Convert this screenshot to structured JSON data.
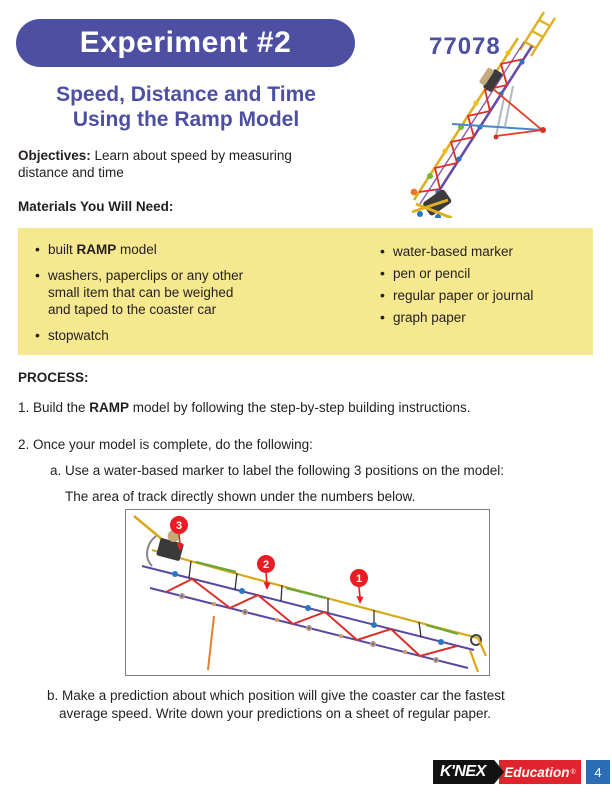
{
  "page": {
    "badge": "Experiment #2",
    "product_number": "77078",
    "subtitle": [
      "Speed, Distance and Time",
      "Using the Ramp Model"
    ]
  },
  "objectives": {
    "label": "Objectives:",
    "line1_rest": " Learn about speed by measuring",
    "line2": "distance and time"
  },
  "materials": {
    "heading": "Materials You Will Need:",
    "left": [
      {
        "pre": "built ",
        "bold": "RAMP",
        "post": " model"
      },
      {
        "lines": [
          "washers, paperclips or any other",
          "small item that can be weighed",
          "and taped to the coaster car"
        ]
      },
      {
        "text": "stopwatch"
      }
    ],
    "right": [
      "water-based marker",
      "pen or pencil",
      "regular paper or journal",
      "graph paper"
    ]
  },
  "process": {
    "heading": "PROCESS:",
    "step1": {
      "pre": "1. Build the ",
      "bold": "RAMP",
      "post": " model by following the step-by-step building instructions."
    },
    "step2": "2. Once your model is complete, do the following:",
    "step2a": "a. Use a water-based marker to label the following 3 positions on the model:",
    "note": "The area of track directly shown under the numbers below.",
    "step2b_lines": [
      "b. Make a prediction about which position will give the coaster car the fastest",
      "average speed. Write down your predictions on a sheet of regular paper."
    ]
  },
  "figure": {
    "markers": [
      {
        "label": "3"
      },
      {
        "label": "2"
      },
      {
        "label": "1"
      }
    ]
  },
  "footer": {
    "brand": "K'NEX",
    "division": "Education",
    "reg_mark": "®",
    "page_number": "4"
  },
  "colors": {
    "accent_purple": "#4d4fa2",
    "materials_bg": "#f6e88f",
    "marker_red": "#ec1c24",
    "footer_red": "#e0232d",
    "footer_blue": "#2a6db5",
    "logo_black": "#121212"
  }
}
